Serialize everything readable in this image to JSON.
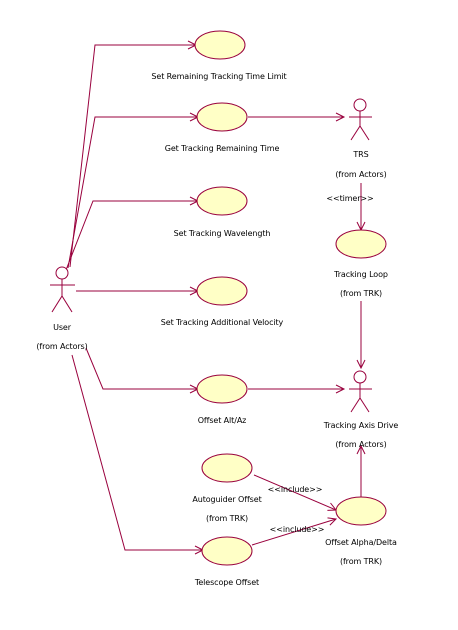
{
  "colors": {
    "line": "#99003d",
    "usecase_fill": "#ffffc6",
    "text": "#000000",
    "background": "#ffffff"
  },
  "actors": {
    "user": {
      "name": "User",
      "package": "(from Actors)"
    },
    "trs": {
      "name": "TRS",
      "package": "(from Actors)"
    },
    "tracking_axis_drive": {
      "name": "Tracking Axis Drive",
      "package": "(from Actors)"
    }
  },
  "use_cases": {
    "set_remaining_time_limit": {
      "name": "Set Remaining Tracking Time Limit"
    },
    "get_tracking_remaining_time": {
      "name": "Get Tracking Remaining Time"
    },
    "set_tracking_wavelength": {
      "name": "Set Tracking Wavelength"
    },
    "set_tracking_additional_velocity": {
      "name": "Set Tracking Additional Velocity"
    },
    "offset_alt_az": {
      "name": "Offset Alt/Az"
    },
    "tracking_loop": {
      "name": "Tracking Loop",
      "package": "(from TRK)"
    },
    "autoguider_offset": {
      "name": "Autoguider Offset",
      "package": "(from TRK)"
    },
    "telescope_offset": {
      "name": "Telescope Offset"
    },
    "offset_alpha_delta": {
      "name": "Offset Alpha/Delta",
      "package": "(from TRK)"
    }
  },
  "stereotypes": {
    "timer": "<<timer>>",
    "include_autoguider": "<<include>>",
    "include_telescope": "<<include>>"
  }
}
